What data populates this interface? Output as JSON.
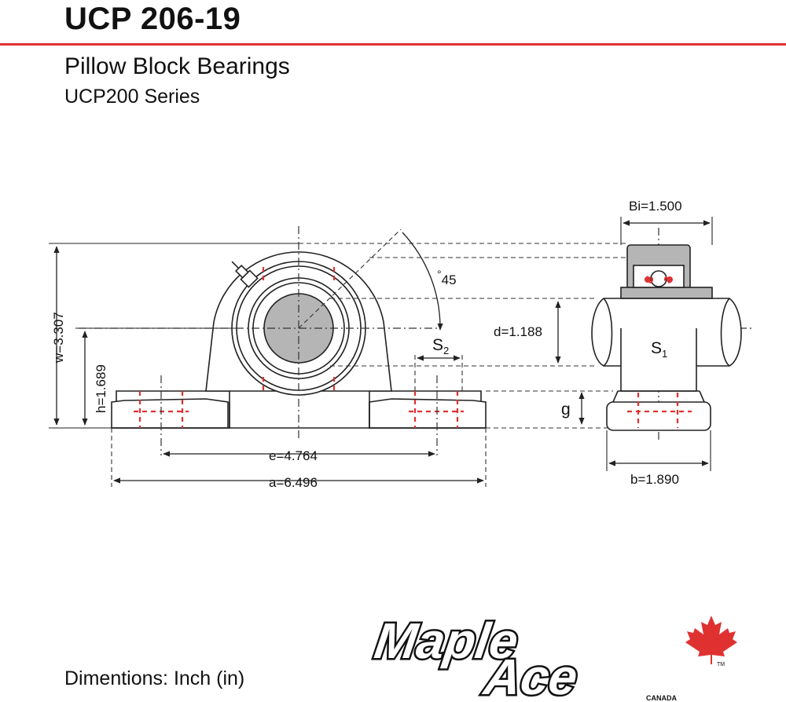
{
  "header": {
    "title": "UCP 206-19",
    "subtitle": "Pillow Block Bearings",
    "series": "UCP200 Series"
  },
  "footer": {
    "units_note": "Dimentions: Inch (in)"
  },
  "dimensions": {
    "w": "w=3.307",
    "h": "h=1.689",
    "e": "e=4.764",
    "a": "a=6.496",
    "bi": "Bi=1.500",
    "d": "d=1.188",
    "b": "b=1.890",
    "angle": "45",
    "s1": "S",
    "s1_sub": "1",
    "s2": "S",
    "s2_sub": "2",
    "g": "g"
  },
  "logo": {
    "word1": "Maple",
    "word2": "Ace",
    "country": "CANADA",
    "tm": "TM"
  },
  "colors": {
    "accent_red": "#e03131",
    "line": "#222222",
    "shade": "#b5b5b5"
  }
}
